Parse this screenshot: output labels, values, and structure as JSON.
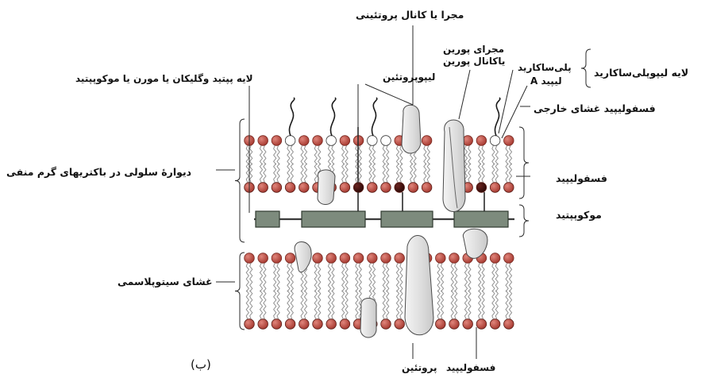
{
  "labels": {
    "channel_top": "مجرا یا کانال پروتئینی",
    "porin_line1": "مجرای پورین",
    "porin_line2": "یاکانال پورین",
    "lipoprotein": "لیپوپروتئین",
    "peptidoglycan": "لایه پپتید وگلیکان یا مورن یا موکوپپتید",
    "lps_layer": "لایه لیپوپلی‌ساکارید",
    "polysaccharide": "پلی‌ساکارید",
    "lipid_a": "لیپید A",
    "outer_phospholipid": "فسفولیپید غشای خارجی",
    "cell_wall": "دیوارهٔ سلولی در باکتریهای گرم منفی",
    "phospholipid_mid": "فسفولیپید",
    "mucopeptide": "موکوپپتید",
    "cytoplasmic_membrane": "غشای سیتوپلاسمی",
    "protein": "پروتئین",
    "phospholipid_bottom": "فسفولیپید",
    "figure_tag": "(ب)"
  },
  "colors": {
    "head": "#b5443a",
    "head_dark": "#3b0d0b",
    "head_white": "#ffffff",
    "tail": "#8a8a8a",
    "protein_fill": "#e6e6e6",
    "peptidoglycan_box": "#7d8b7d"
  }
}
